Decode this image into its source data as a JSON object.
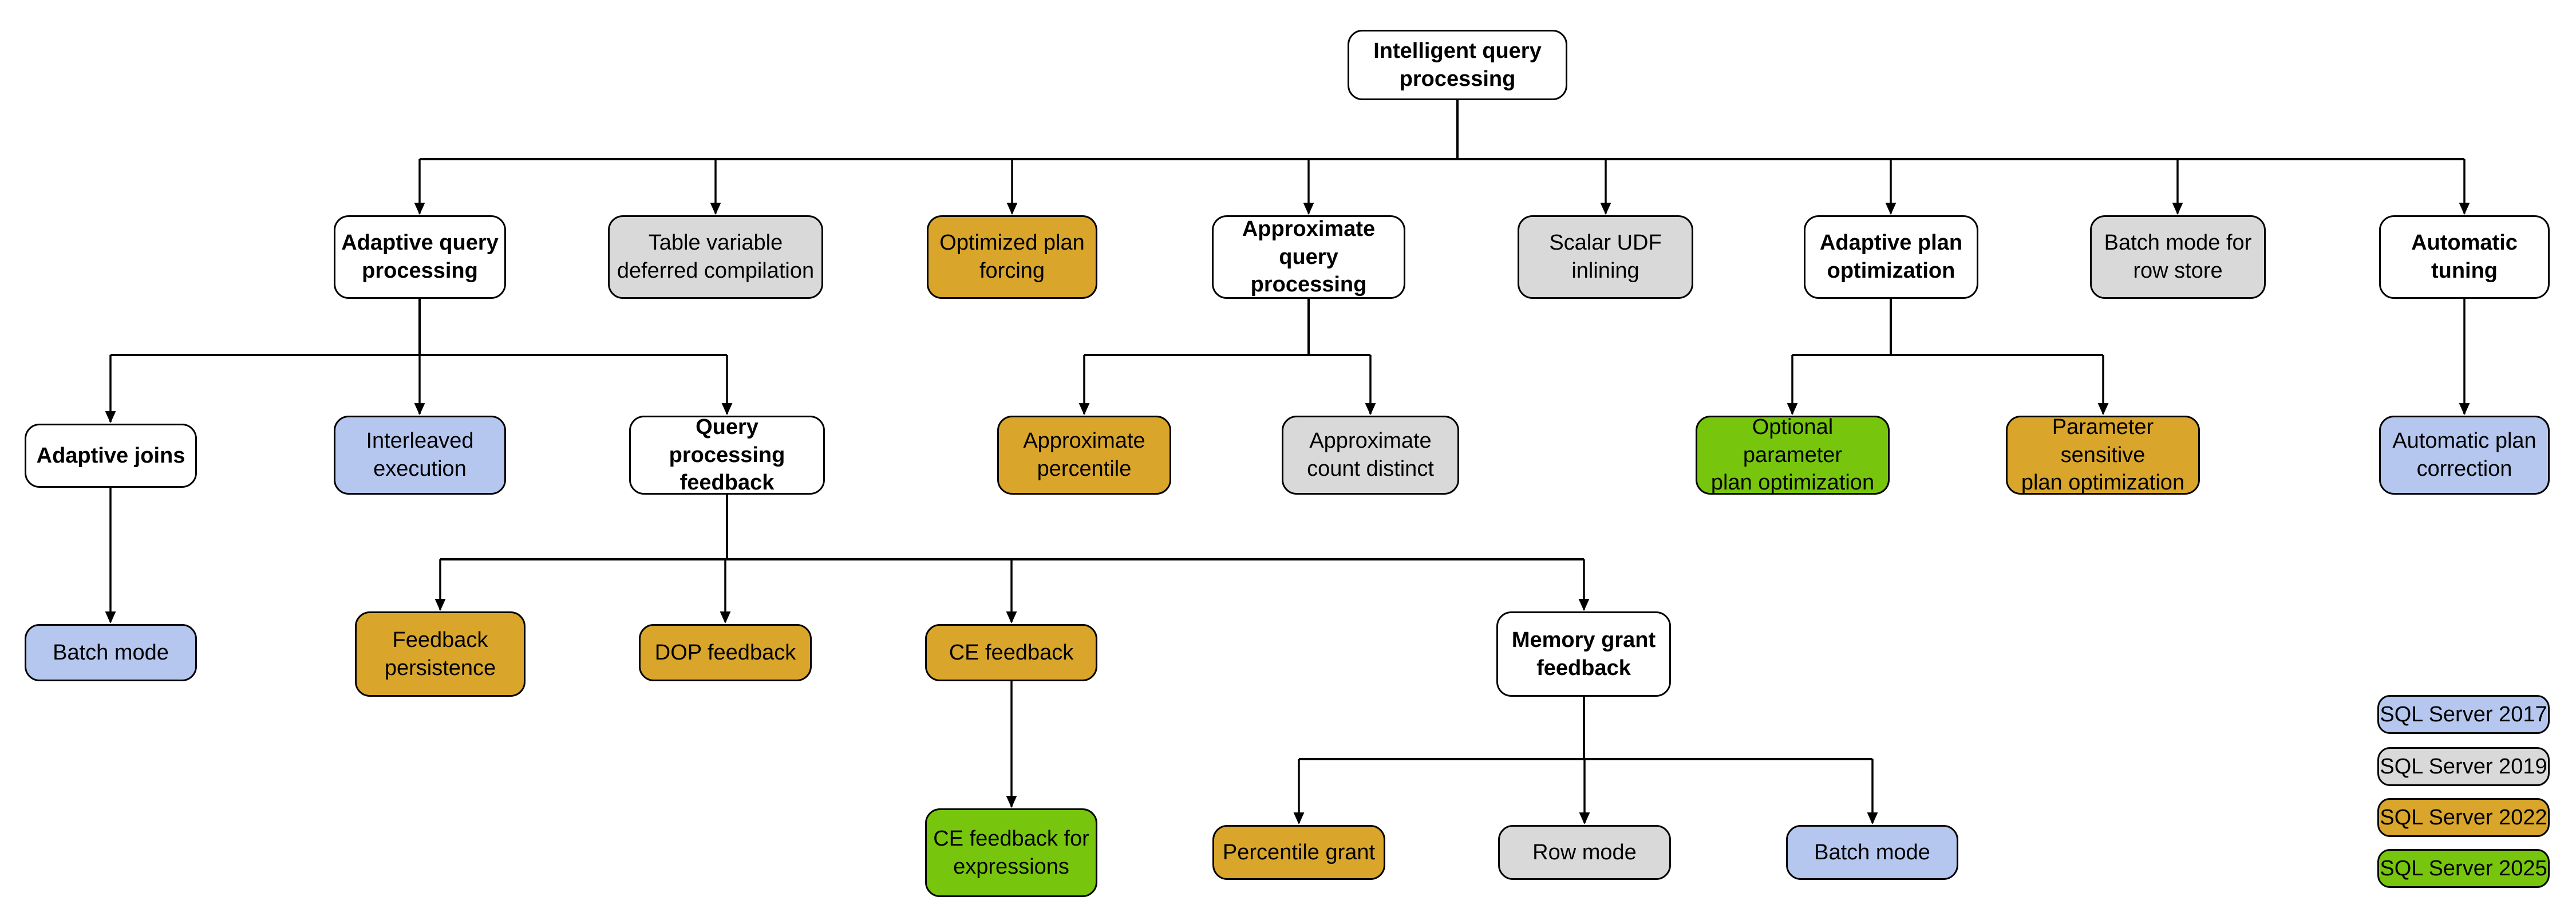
{
  "colors": {
    "sql2017": "#B5C7EF",
    "sql2019": "#D9D9D9",
    "sql2022": "#D9A62B",
    "sql2025": "#77C60D",
    "category": "#FFFFFF",
    "line": "#000000"
  },
  "nodes": [
    {
      "label": "Intelligent query\nprocessing",
      "version": "category"
    },
    {
      "label": "Adaptive query\nprocessing",
      "version": "category"
    },
    {
      "label": "Table variable\ndeferred compilation",
      "version": "2019"
    },
    {
      "label": "Optimized plan\nforcing",
      "version": "2022"
    },
    {
      "label": "Approximate\nquery processing",
      "version": "category"
    },
    {
      "label": "Scalar UDF\ninlining",
      "version": "2019"
    },
    {
      "label": "Adaptive plan\noptimization",
      "version": "category"
    },
    {
      "label": "Batch mode for\nrow store",
      "version": "2019"
    },
    {
      "label": "Automatic\ntuning",
      "version": "category"
    },
    {
      "label": "Adaptive joins",
      "version": "category"
    },
    {
      "label": "Interleaved\nexecution",
      "version": "2017"
    },
    {
      "label": "Query processing\nfeedback",
      "version": "category"
    },
    {
      "label": "Approximate\npercentile",
      "version": "2022"
    },
    {
      "label": "Approximate\ncount distinct",
      "version": "2019"
    },
    {
      "label": "Optional parameter\nplan optimization",
      "version": "2025"
    },
    {
      "label": "Parameter sensitive\nplan optimization",
      "version": "2022"
    },
    {
      "label": "Automatic plan\ncorrection",
      "version": "2017"
    },
    {
      "label": "Batch mode",
      "version": "2017"
    },
    {
      "label": "Feedback\npersistence",
      "version": "2022"
    },
    {
      "label": "DOP feedback",
      "version": "2022"
    },
    {
      "label": "CE feedback",
      "version": "2022"
    },
    {
      "label": "Memory grant\nfeedback",
      "version": "category"
    },
    {
      "label": "CE feedback for\nexpressions",
      "version": "2025"
    },
    {
      "label": "Percentile grant",
      "version": "2022"
    },
    {
      "label": "Row mode",
      "version": "2019"
    },
    {
      "label": "Batch mode",
      "version": "2017"
    }
  ],
  "legend": {
    "items": [
      {
        "label": "SQL Server 2017",
        "color": "#B5C7EF"
      },
      {
        "label": "SQL Server 2019",
        "color": "#D9D9D9"
      },
      {
        "label": "SQL Server 2022",
        "color": "#D9A62B"
      },
      {
        "label": "SQL Server 2025",
        "color": "#77C60D"
      }
    ]
  }
}
